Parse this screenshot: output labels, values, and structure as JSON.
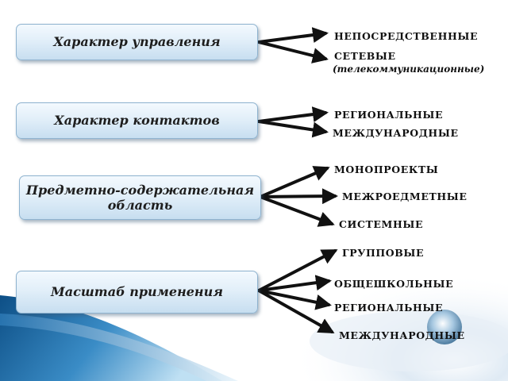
{
  "categories": [
    {
      "label": "Характер управления",
      "items": [
        "НЕПОСРЕДСТВЕННЫЕ",
        "СЕТЕВЫЕ"
      ],
      "note": "(телекоммуникационные)"
    },
    {
      "label": "Характер контактов",
      "items": [
        "РЕГИОНАЛЬНЫЕ",
        "МЕЖДУНАРОДНЫЕ"
      ]
    },
    {
      "label": "Предметно-содержательная область",
      "items": [
        "МОНОПРОЕКТЫ",
        "МЕЖРОЕДМЕТНЫЕ",
        "СИСТЕМНЫЕ"
      ]
    },
    {
      "label": "Масштаб применения",
      "items": [
        "ГРУППОВЫЕ",
        "ОБЩЕШКОЛЬНЫЕ",
        "РЕГИОНАЛЬНЫЕ",
        "МЕЖДУНАРОДНЫЕ"
      ]
    }
  ],
  "colors": {
    "box_border": "#8fb3cf",
    "box_fill_top": "#f3f9fe",
    "box_fill_bottom": "#c7def0",
    "arrow": "#111111",
    "text": "#111111",
    "deco_blue": "#1f6fa8"
  }
}
